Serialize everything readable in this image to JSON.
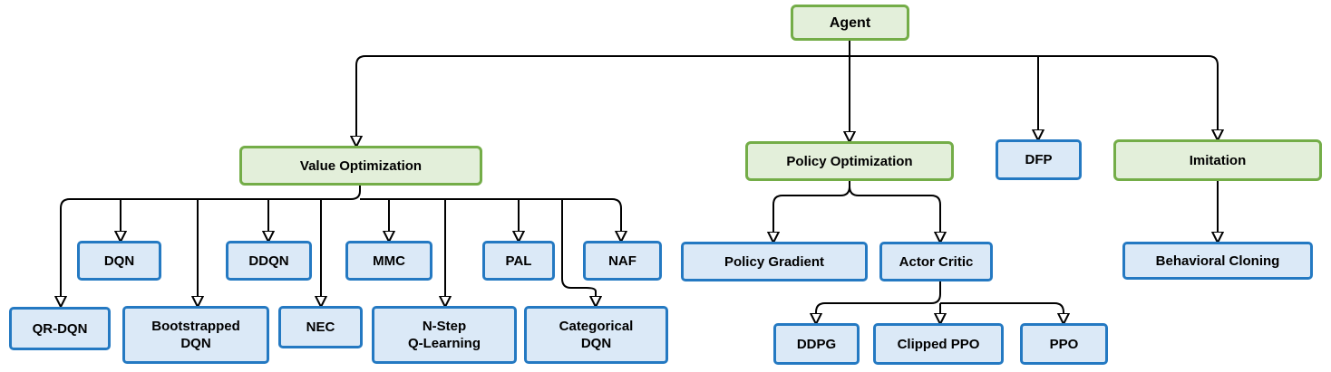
{
  "diagram": {
    "description": "Reinforcement learning agent taxonomy tree",
    "colors": {
      "category_fill": "#e3efda",
      "category_border": "#74ad48",
      "algorithm_fill": "#dbe9f7",
      "algorithm_border": "#2479c2",
      "edge": "#000000",
      "text": "#000000",
      "background": "#ffffff"
    },
    "nodes": {
      "agent": {
        "label": "Agent",
        "type": "category"
      },
      "value_optimization": {
        "label": "Value Optimization",
        "type": "category"
      },
      "policy_optimization": {
        "label": "Policy Optimization",
        "type": "category"
      },
      "dfp": {
        "label": "DFP",
        "type": "algorithm"
      },
      "imitation": {
        "label": "Imitation",
        "type": "category"
      },
      "dqn": {
        "label": "DQN",
        "type": "algorithm"
      },
      "ddqn": {
        "label": "DDQN",
        "type": "algorithm"
      },
      "mmc": {
        "label": "MMC",
        "type": "algorithm"
      },
      "pal": {
        "label": "PAL",
        "type": "algorithm"
      },
      "naf": {
        "label": "NAF",
        "type": "algorithm"
      },
      "qr_dqn": {
        "label": "QR-DQN",
        "type": "algorithm"
      },
      "bootstrapped_dqn": {
        "label": "Bootstrapped\nDQN",
        "type": "algorithm"
      },
      "nec": {
        "label": "NEC",
        "type": "algorithm"
      },
      "n_step_q_learning": {
        "label": "N-Step\nQ-Learning",
        "type": "algorithm"
      },
      "categorical_dqn": {
        "label": "Categorical\nDQN",
        "type": "algorithm"
      },
      "policy_gradient": {
        "label": "Policy Gradient",
        "type": "algorithm"
      },
      "actor_critic": {
        "label": "Actor Critic",
        "type": "algorithm"
      },
      "ddpg": {
        "label": "DDPG",
        "type": "algorithm"
      },
      "clipped_ppo": {
        "label": "Clipped PPO",
        "type": "algorithm"
      },
      "ppo": {
        "label": "PPO",
        "type": "algorithm"
      },
      "behavioral_cloning": {
        "label": "Behavioral Cloning",
        "type": "algorithm"
      }
    },
    "edges": [
      {
        "from": "agent",
        "to": "value_optimization"
      },
      {
        "from": "agent",
        "to": "policy_optimization"
      },
      {
        "from": "agent",
        "to": "dfp"
      },
      {
        "from": "agent",
        "to": "imitation"
      },
      {
        "from": "value_optimization",
        "to": "qr_dqn"
      },
      {
        "from": "value_optimization",
        "to": "dqn"
      },
      {
        "from": "value_optimization",
        "to": "bootstrapped_dqn"
      },
      {
        "from": "value_optimization",
        "to": "ddqn"
      },
      {
        "from": "value_optimization",
        "to": "nec"
      },
      {
        "from": "value_optimization",
        "to": "mmc"
      },
      {
        "from": "value_optimization",
        "to": "n_step_q_learning"
      },
      {
        "from": "value_optimization",
        "to": "pal"
      },
      {
        "from": "value_optimization",
        "to": "categorical_dqn"
      },
      {
        "from": "value_optimization",
        "to": "naf"
      },
      {
        "from": "policy_optimization",
        "to": "policy_gradient"
      },
      {
        "from": "policy_optimization",
        "to": "actor_critic"
      },
      {
        "from": "actor_critic",
        "to": "ddpg"
      },
      {
        "from": "actor_critic",
        "to": "clipped_ppo"
      },
      {
        "from": "actor_critic",
        "to": "ppo"
      },
      {
        "from": "imitation",
        "to": "behavioral_cloning"
      }
    ]
  }
}
